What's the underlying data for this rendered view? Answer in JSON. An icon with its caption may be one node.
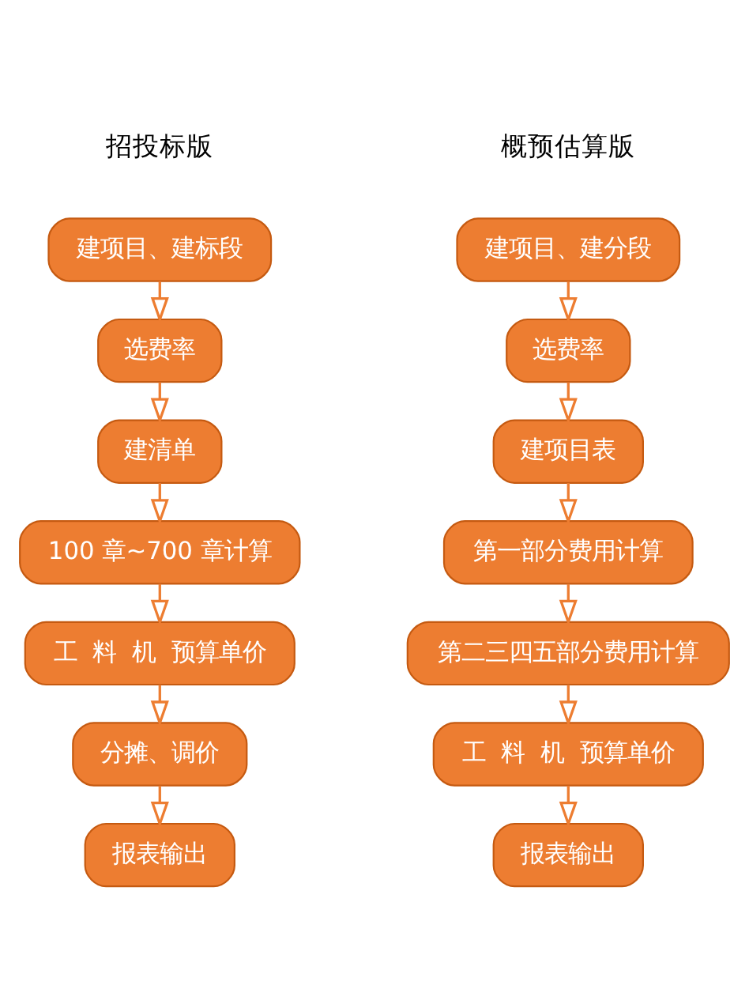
{
  "diagram": {
    "nodes": [
      {
        "text": [
          "建项目、建标段"
        ]
      },
      {
        "text": [
          "选费率"
        ]
      },
      {
        "text": [
          "建清单"
        ]
      },
      {
        "text": [
          "100 章~700 章计算"
        ]
      },
      {
        "text": [
          "工  料  机  预算单价"
        ]
      },
      {
        "text": [
          "分摊、调价"
        ]
      },
      {
        "text": [
          "报表输出"
        ]
      },
      {
        "text": [
          "建项目、建分段"
        ]
      },
      {
        "text": [
          "选费率"
        ]
      },
      {
        "text": [
          "建项目表"
        ]
      },
      {
        "text": [
          "第一部分费用计算"
        ]
      },
      {
        "text": [
          "第二三四五部分费用计算"
        ]
      },
      {
        "text": [
          "工  料  机  预算单价"
        ]
      },
      {
        "text": [
          "报表输出"
        ]
      }
    ],
    "edges": [
      {
        "from": 0,
        "to": 1,
        "arrow": "to"
      },
      {
        "from": 1,
        "to": 2,
        "arrow": "to"
      },
      {
        "from": 2,
        "to": 3,
        "arrow": "to"
      },
      {
        "from": 3,
        "to": 4,
        "arrow": "to"
      },
      {
        "from": 4,
        "to": 5,
        "arrow": "to"
      },
      {
        "from": 5,
        "to": 6,
        "arrow": "to"
      },
      {
        "from": 7,
        "to": 8,
        "arrow": "to"
      },
      {
        "from": 8,
        "to": 9,
        "arrow": "to"
      },
      {
        "from": 9,
        "to": 10,
        "arrow": "to"
      },
      {
        "from": 10,
        "to": 11,
        "arrow": "to"
      },
      {
        "from": 11,
        "to": 12,
        "arrow": "to"
      },
      {
        "from": 12,
        "to": 13,
        "arrow": "to"
      }
    ],
    "labels": [
      "招投标版",
      "概预估算版"
    ]
  }
}
